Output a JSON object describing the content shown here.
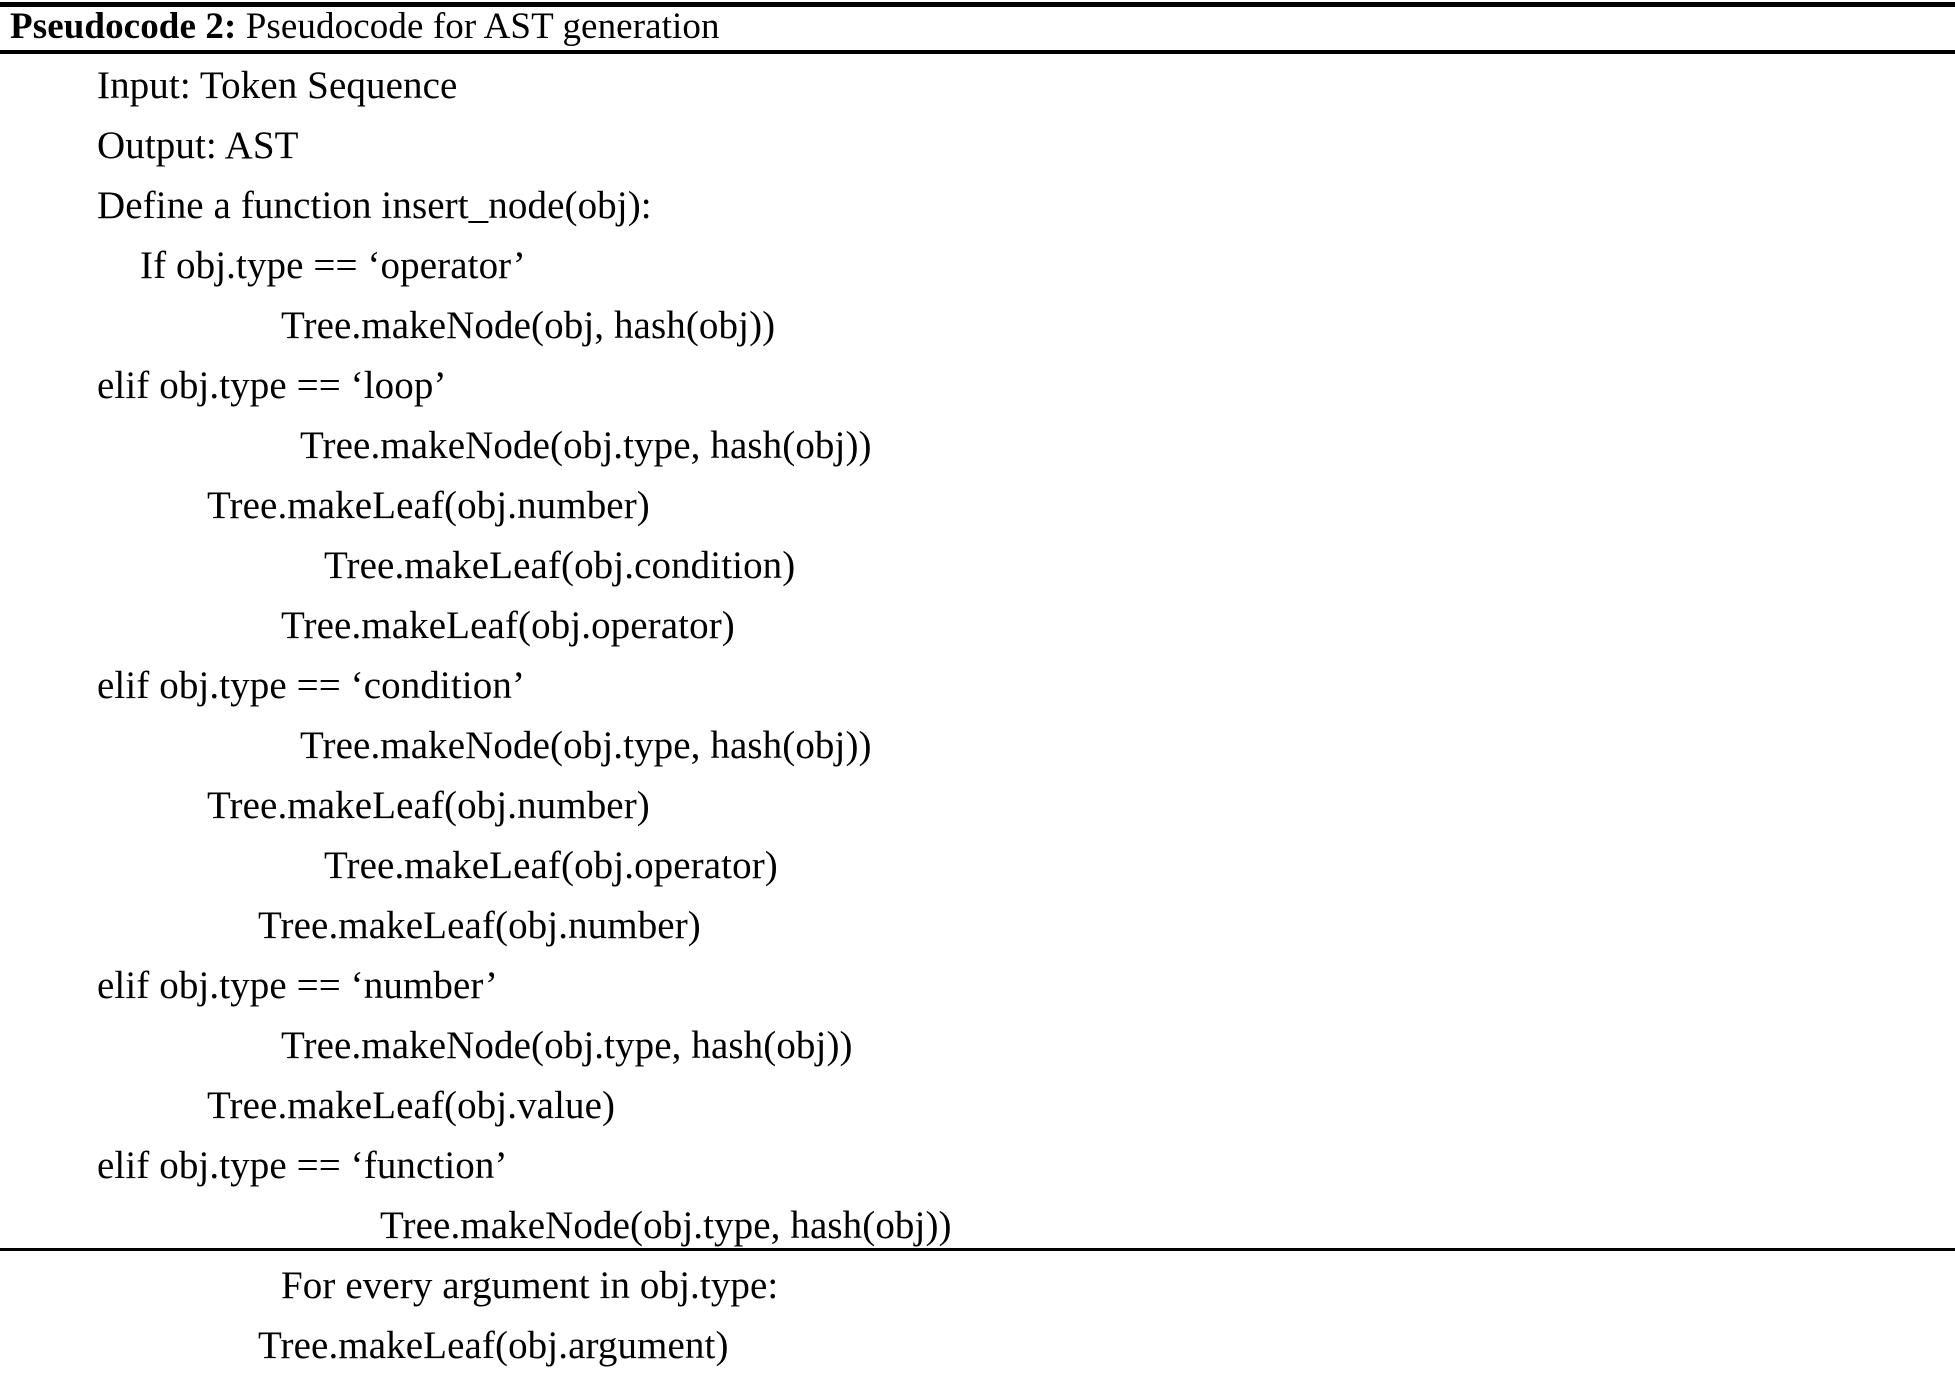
{
  "caption": {
    "label": "Pseudocode 2:",
    "text": " Pseudocode for AST generation"
  },
  "rules": {
    "top": "thick",
    "middle": "thick",
    "bottom": "thin",
    "color": "#000000"
  },
  "body": {
    "lines": [
      {
        "text": "Input: Token Sequence",
        "indent": 0
      },
      {
        "text": "Output: AST",
        "indent": 0
      },
      {
        "text": "Define a function insert_node(obj):",
        "indent": 0
      },
      {
        "text": "If obj.type == ‘operator’",
        "indent": 1
      },
      {
        "text": "Tree.makeNode(obj, hash(obj))",
        "indent": 5
      },
      {
        "text": "elif obj.type == ‘loop’",
        "indent": 0
      },
      {
        "text": "Tree.makeNode(obj.type, hash(obj))",
        "indent": 6
      },
      {
        "text": "Tree.makeLeaf(obj.number)",
        "indent": 2
      },
      {
        "text": "Tree.makeLeaf(obj.condition)",
        "indent": 7
      },
      {
        "text": "Tree.makeLeaf(obj.operator)",
        "indent": 5
      },
      {
        "text": "elif obj.type == ‘condition’",
        "indent": 0
      },
      {
        "text": "Tree.makeNode(obj.type, hash(obj))",
        "indent": 6
      },
      {
        "text": "Tree.makeLeaf(obj.number)",
        "indent": 2
      },
      {
        "text": "Tree.makeLeaf(obj.operator)",
        "indent": 7
      },
      {
        "text": "Tree.makeLeaf(obj.number)",
        "indent": 4
      },
      {
        "text": "elif obj.type == ‘number’",
        "indent": 0
      },
      {
        "text": "Tree.makeNode(obj.type, hash(obj))",
        "indent": 5
      },
      {
        "text": "Tree.makeLeaf(obj.value)",
        "indent": 2
      },
      {
        "text": "elif obj.type == ‘function’",
        "indent": 0
      },
      {
        "text": "Tree.makeNode(obj.type, hash(obj))",
        "indent": 8
      },
      {
        "text": "For every argument in obj.type:",
        "indent": 5
      },
      {
        "text": "Tree.makeLeaf(obj.argument)",
        "indent": 4
      }
    ]
  }
}
